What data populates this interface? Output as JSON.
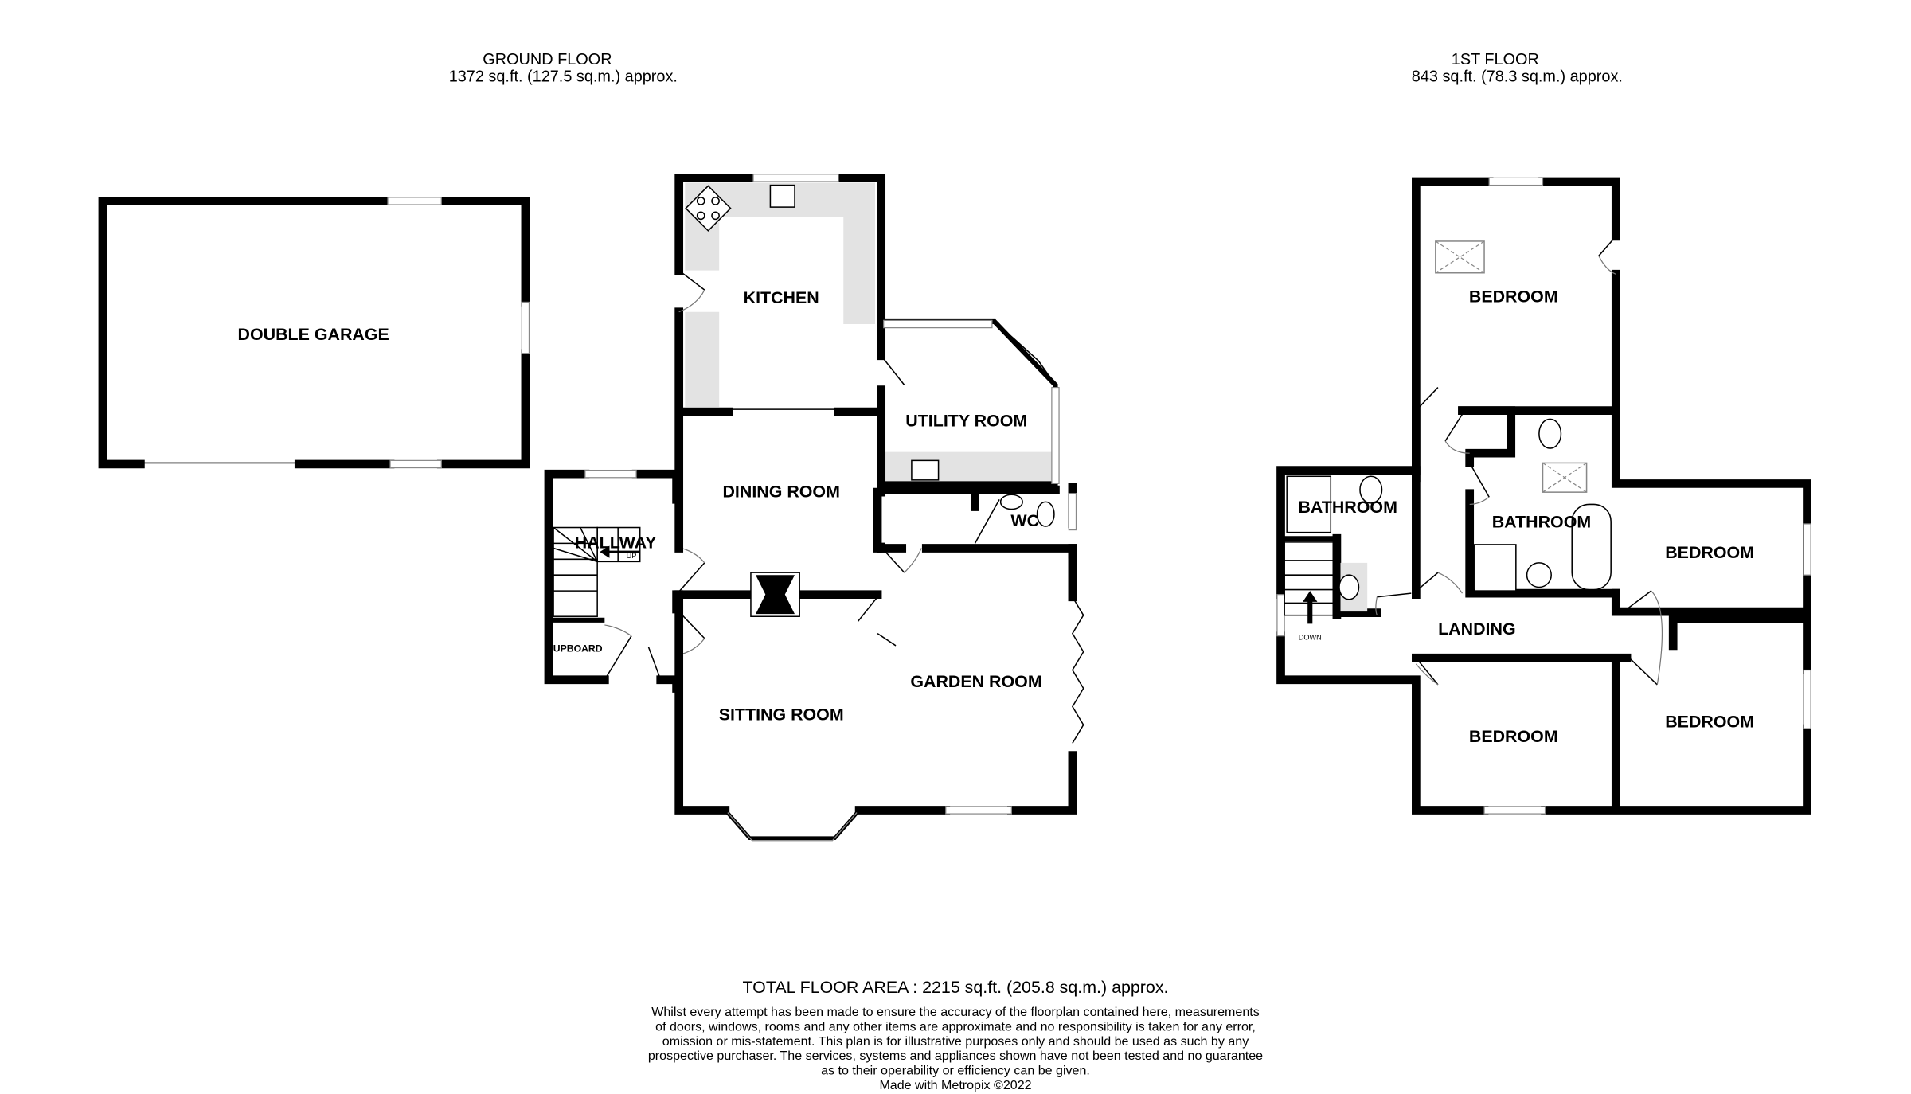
{
  "ground_floor": {
    "title": "GROUND FLOOR",
    "area": "1372 sq.ft. (127.5 sq.m.) approx.",
    "rooms": {
      "double_garage": "DOUBLE GARAGE",
      "kitchen": "KITCHEN",
      "utility_room": "UTILITY ROOM",
      "dining_room": "DINING ROOM",
      "hallway": "HALLWAY",
      "wc": "WC",
      "cupboard": "UPBOARD",
      "sitting_room": "SITTING ROOM",
      "garden_room": "GARDEN ROOM"
    },
    "stairs_label": "UP"
  },
  "first_floor": {
    "title": "1ST FLOOR",
    "area": "843 sq.ft. (78.3 sq.m.) approx.",
    "rooms": {
      "bedroom_top": "BEDROOM",
      "bathroom_left": "BATHROOM",
      "bathroom_center": "BATHROOM",
      "bedroom_right": "BEDROOM",
      "landing": "LANDING",
      "bedroom_bottom_center": "BEDROOM",
      "bedroom_bottom_right": "BEDROOM"
    },
    "stairs_label": "DOWN"
  },
  "footer": {
    "total": "TOTAL FLOOR AREA : 2215 sq.ft. (205.8 sq.m.) approx.",
    "disclaimer": [
      "Whilst every attempt has been made to ensure the accuracy of the floorplan contained here, measurements",
      "of doors, windows, rooms and any other items are approximate and no responsibility is taken for any error,",
      "omission or mis-statement. This plan is for illustrative purposes only and should be used as such by any",
      "prospective purchaser. The services, systems and appliances shown have not been tested and no guarantee",
      "as to their operability or efficiency can be given."
    ],
    "credit": "Made with Metropix ©2022"
  },
  "colors": {
    "wall": "#000000",
    "fitted_units": "#e3e3e3"
  }
}
